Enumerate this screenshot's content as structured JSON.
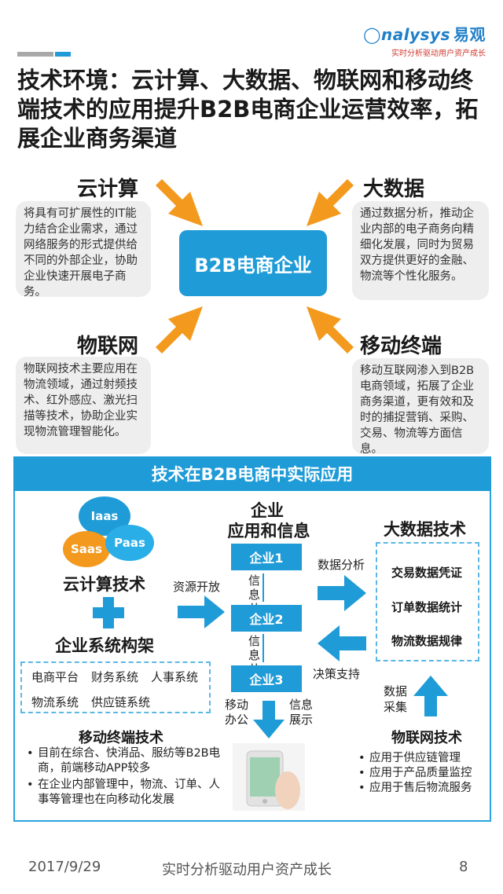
{
  "header": {
    "logo_text": "nalysys",
    "logo_cn": "易观",
    "logo_tagline": "实时分析驱动用户资产成长",
    "title": "技术环境：云计算、大数据、物联网和移动终端技术的应用提升B2B电商企业运营效率，拓展企业商务渠道"
  },
  "overview": {
    "center": "B2B电商企业",
    "cloud": {
      "label": "云计算",
      "desc": "将具有可扩展性的IT能力结合企业需求，通过网络服务的形式提供给不同的外部企业，协助企业快速开展电子商务。"
    },
    "bigdata": {
      "label": "大数据",
      "desc": "通过数据分析，推动企业内部的电子商务向精细化发展，同时为贸易双方提供更好的金融、物流等个性化服务。"
    },
    "iot": {
      "label": "物联网",
      "desc": "物联网技术主要应用在物流领域，通过射频技术、红外感应、激光扫描等技术，协助企业实现物流管理智能化。"
    },
    "mobile": {
      "label": "移动终端",
      "desc": "移动互联网渗入到B2B电商领域，拓展了企业商务渠道，更有效和及时的捕捉营销、采购、交易、物流等方面信息。"
    }
  },
  "application": {
    "heading": "技术在B2B电商中实际应用",
    "cloud_tech": {
      "title": "云计算技术",
      "bubbles": [
        "Iaas",
        "Saas",
        "Paas"
      ]
    },
    "enterprise_arch": {
      "title": "企业系统构架",
      "row1": [
        "电商平台",
        "财务系统",
        "人事系统"
      ],
      "row2": [
        "物流系统",
        "供应链系统"
      ]
    },
    "resource_open": "资源开放",
    "enterprise": {
      "title_line1": "企业",
      "title_line2": "应用和信息",
      "chips": [
        "企业1",
        "企业2",
        "企业3"
      ],
      "share1": "信息共享",
      "share2": "信息共享",
      "mobile_office": "移动办公",
      "info_display": "信息展示"
    },
    "data_analysis": "数据分析",
    "decision_support": "决策支持",
    "bigdata_tech": {
      "title": "大数据技术",
      "items": [
        "交易数据凭证",
        "订单数据统计",
        "物流数据规律"
      ]
    },
    "data_collect": "数据采集",
    "mobile_tech": {
      "title": "移动终端技术",
      "bullets": [
        "目前在综合、快消品、服纺等B2B电商，前端移动APP较多",
        "在企业内部管理中，物流、订单、人事等管理也在向移动化发展"
      ]
    },
    "iot_tech": {
      "title": "物联网技术",
      "bullets": [
        "应用于供应链管理",
        "应用于产品质量监控",
        "应用于售后物流服务"
      ]
    }
  },
  "footer": {
    "date": "2017/9/29",
    "slogan": "实时分析驱动用户资产成长",
    "page": "8"
  },
  "colors": {
    "accent": "#1f9bd7",
    "arrow": "#f39a1e",
    "logo_sub": "#d03a2f"
  }
}
